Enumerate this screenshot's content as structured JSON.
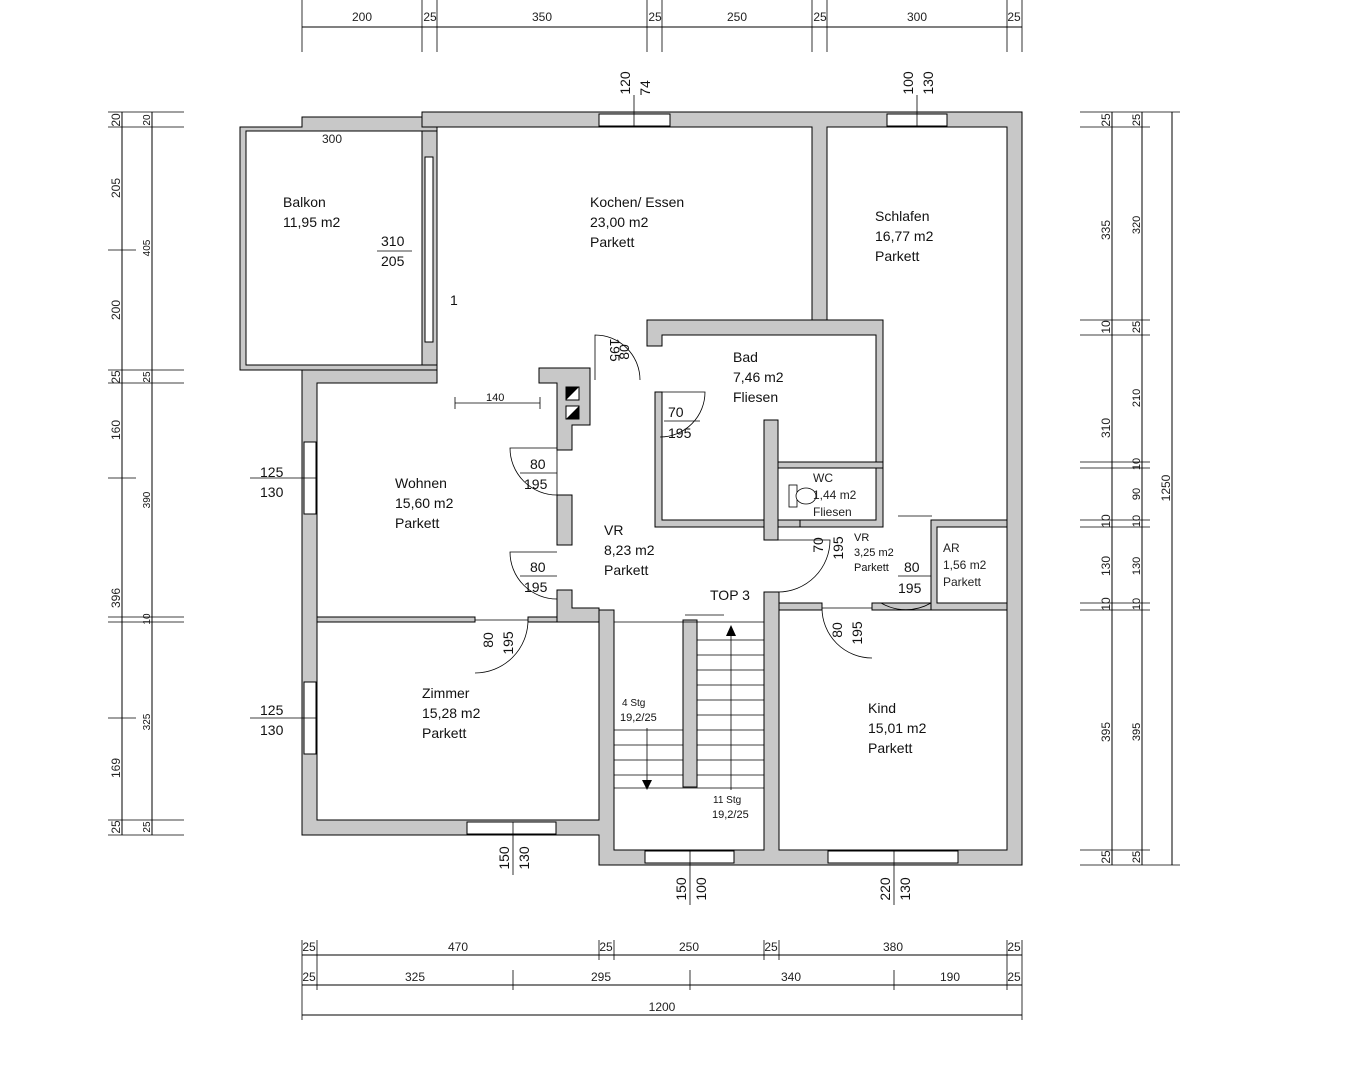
{
  "rooms": {
    "balkon": {
      "name": "Balkon",
      "area": "11,95 m2"
    },
    "kochen": {
      "name": "Kochen/ Essen",
      "area": "23,00 m2",
      "floor": "Parkett"
    },
    "schlafen": {
      "name": "Schlafen",
      "area": "16,77 m2",
      "floor": "Parkett"
    },
    "bad": {
      "name": "Bad",
      "area": "7,46 m2",
      "floor": "Fliesen"
    },
    "wohnen": {
      "name": "Wohnen",
      "area": "15,60 m2",
      "floor": "Parkett"
    },
    "vr": {
      "name": "VR",
      "area": "8,23 m2",
      "floor": "Parkett"
    },
    "wc": {
      "name": "WC",
      "area": "1,44 m2",
      "floor": "Fliesen"
    },
    "vr2": {
      "name": "VR",
      "area": "3,25 m2",
      "floor": "Parkett"
    },
    "ar": {
      "name": "AR",
      "area": "1,56 m2",
      "floor": "Parkett"
    },
    "zimmer": {
      "name": "Zimmer",
      "area": "15,28 m2",
      "floor": "Parkett"
    },
    "kind": {
      "name": "Kind",
      "area": "15,01 m2",
      "floor": "Parkett"
    }
  },
  "labels": {
    "top": "TOP 3",
    "stairs_a": "4 Stg",
    "stairs_a_ratio": "19,2/25",
    "stairs_b": "11 Stg",
    "stairs_b_ratio": "19,2/25",
    "balkon_width": "300",
    "balkon_win_w": "310",
    "balkon_win_h": "205",
    "wohnen_span": "140",
    "bathroom_marker": "1"
  },
  "openings": {
    "d_kochen_w": "195",
    "d_kochen_h": "80",
    "d_bad_w": "70",
    "d_bad_h": "195",
    "d_wohnen1_w": "80",
    "d_wohnen1_h": "195",
    "d_wohnen2_w": "80",
    "d_wohnen2_h": "195",
    "d_zimmer_w": "80",
    "d_zimmer_h": "195",
    "d_wc_w": "70",
    "d_wc_h": "195",
    "d_ar_w": "80",
    "d_ar_h": "195",
    "d_kind_w": "80",
    "d_kind_h": "195",
    "w_wohnen_w": "125",
    "w_wohnen_h": "130",
    "w_zimmer_w": "125",
    "w_zimmer_h": "130",
    "w_kochen_w": "120",
    "w_kochen_h": "74",
    "w_schlafen_w": "100",
    "w_schlafen_h": "130",
    "w_zimmer_s_w": "150",
    "w_zimmer_s_h": "130",
    "w_stair_w": "150",
    "w_stair_h": "100",
    "w_kind_w": "220",
    "w_kind_h": "130"
  },
  "dimensions": {
    "top": [
      "200",
      "25",
      "350",
      "25",
      "250",
      "25",
      "300",
      "25"
    ],
    "bottom1": [
      "25",
      "470",
      "25",
      "250",
      "25",
      "380",
      "25"
    ],
    "bottom2": [
      "25",
      "325",
      "295",
      "340",
      "190",
      "25"
    ],
    "total_bottom": "1200",
    "left_outer": [
      "20",
      "205",
      "200",
      "25",
      "160",
      "396",
      "169",
      "25"
    ],
    "left_inner": [
      "20",
      "405",
      "25",
      "390",
      "10",
      "325",
      "25"
    ],
    "right_outer": [
      "25",
      "335",
      "10",
      "310",
      "10",
      "130",
      "10",
      "395",
      "25"
    ],
    "right_inner": [
      "25",
      "320",
      "25",
      "210",
      "10",
      "90",
      "10",
      "130",
      "10",
      "395",
      "25"
    ],
    "total_right": "1250"
  }
}
